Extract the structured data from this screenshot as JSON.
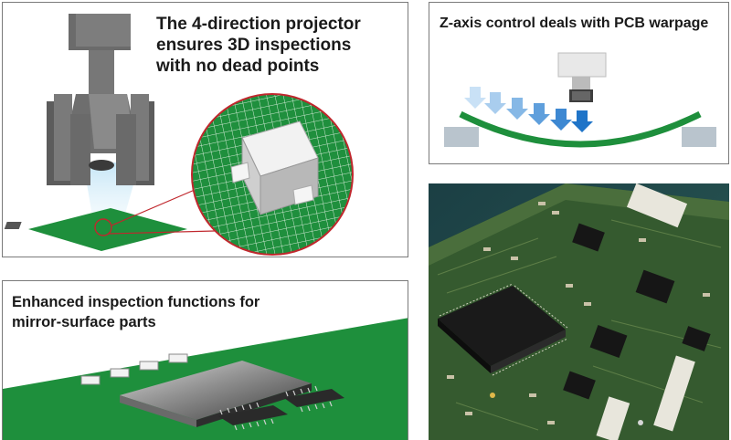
{
  "panels": {
    "projector": {
      "title_lines": [
        "The 4-direction projector",
        "ensures 3D inspections",
        "with no dead points"
      ]
    },
    "zaxis": {
      "title": "Z-axis control deals with PCB warpage"
    },
    "mirror": {
      "title_lines": [
        "Enhanced inspection functions for",
        "mirror-surface parts"
      ]
    }
  },
  "colors": {
    "pcb_green": "#1e8f3c",
    "grid_green": "#2a9a46",
    "arrow_blue": "#1f74c8",
    "arrow_light": "#b9d6f2",
    "head_gray": "#6e6e6e",
    "zoom_ring_red": "#c0272d"
  }
}
